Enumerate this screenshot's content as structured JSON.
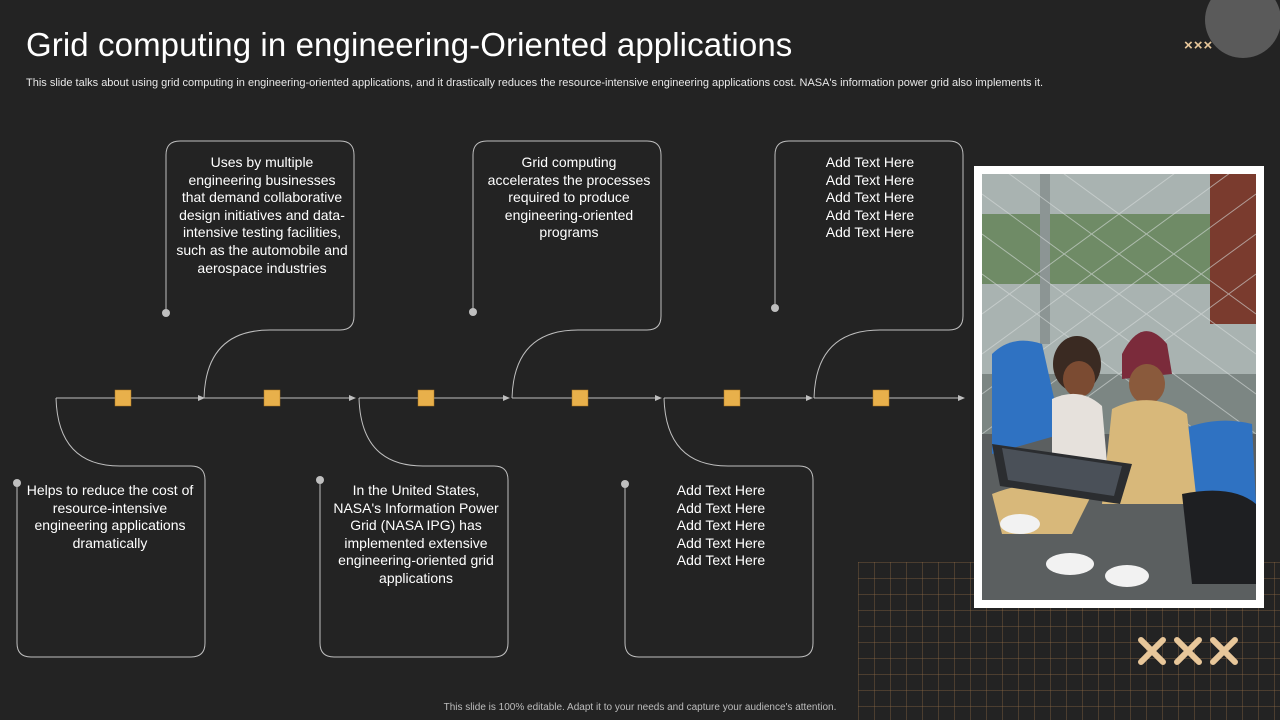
{
  "slide": {
    "title": "Grid computing in engineering-Oriented applications",
    "subtitle": "This slide talks about using grid computing in engineering-oriented applications, and it drastically reduces the resource-intensive engineering applications cost. NASA's information power grid also implements it.",
    "footer": "This slide is 100% editable. Adapt it to your needs and capture your audience's attention."
  },
  "timeline": {
    "top_boxes": [
      {
        "text": "Uses by multiple engineering businesses that demand collaborative design initiatives and data-intensive testing facilities, such as the automobile and aerospace industries"
      },
      {
        "text": "Grid computing accelerates the processes required to produce engineering-oriented programs"
      },
      {
        "text": "Add Text Here\nAdd Text Here\nAdd Text Here\nAdd Text Here\nAdd Text Here"
      }
    ],
    "bottom_boxes": [
      {
        "text": "Helps to reduce the cost of resource-intensive engineering applications dramatically"
      },
      {
        "text": "In the United States, NASA's Information Power Grid (NASA IPG) has implemented extensive engineering-oriented grid applications"
      },
      {
        "text": "Add Text Here\nAdd Text Here\nAdd Text Here\nAdd Text Here\nAdd Text Here"
      }
    ]
  },
  "decor": {
    "x_marks_small": "×××",
    "accent_color": "#e8b04b",
    "x_color": "#e8c79a",
    "line_color": "#bfbfbf"
  },
  "photo": {
    "icon": "photo-icon"
  }
}
